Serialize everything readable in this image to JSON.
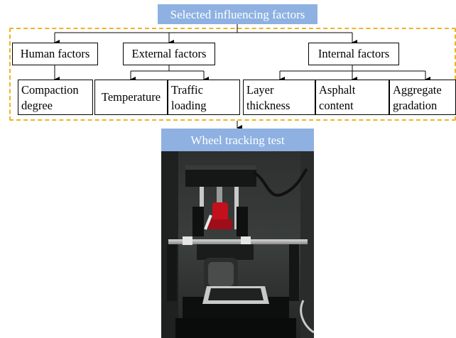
{
  "header": {
    "title": "Selected influencing factors"
  },
  "categories": [
    {
      "label": "Human factors",
      "children": [
        "Compaction degree"
      ]
    },
    {
      "label": "External factors",
      "children": [
        "Temperature",
        "Traffic loading"
      ]
    },
    {
      "label": "Internal factors",
      "children": [
        "Layer thickness",
        "Asphalt content",
        "Aggregate gradation"
      ]
    }
  ],
  "test": {
    "title": "Wheel tracking test"
  },
  "colors": {
    "title_bg": "#8eb1e2",
    "dashed_border": "#f0b323"
  }
}
